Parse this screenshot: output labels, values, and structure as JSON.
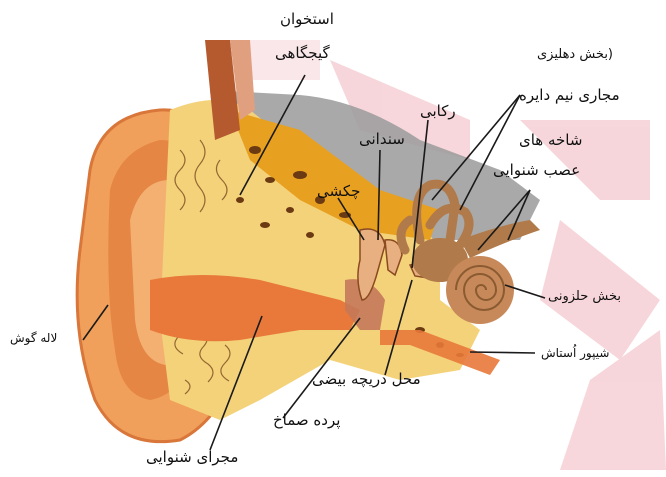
{
  "labels": {
    "temporal_bone_1": "استخوان",
    "temporal_bone_2": "گیجگاهی",
    "vestibular": "(بخش دهلیزی",
    "semicircular_canals": "مجاری نیم دایره",
    "stapes": "رکابی",
    "incus": "سندانی",
    "malleus": "چکشی",
    "auditory_nerve_1": "شاخه های",
    "auditory_nerve_2": "عصب شنوایی",
    "pinna": "لاله گوش",
    "cochlea": "بخش حلزونی",
    "eustachian_tube": "شیپور اُستاش",
    "oval_window": "محل دریچه بیضی",
    "eardrum": "پرده صماخ",
    "ear_canal": "مجرای شنوایی"
  },
  "colors": {
    "watermark": "#f4c9cf",
    "skin": "#f0a05a",
    "skin_dark": "#d9763a",
    "bone": "#f3d27a",
    "bone_spots": "#e8a020",
    "marrow": "#6b3a12",
    "muscle": "#b55a2e",
    "inner_ear": "#b07a4a",
    "gray_bone": "#9a9a9a",
    "canal": "#e8793a",
    "line": "#1a1a1a"
  },
  "icons": [
    "ear-anatomy-illustration",
    "watermark-logo"
  ]
}
